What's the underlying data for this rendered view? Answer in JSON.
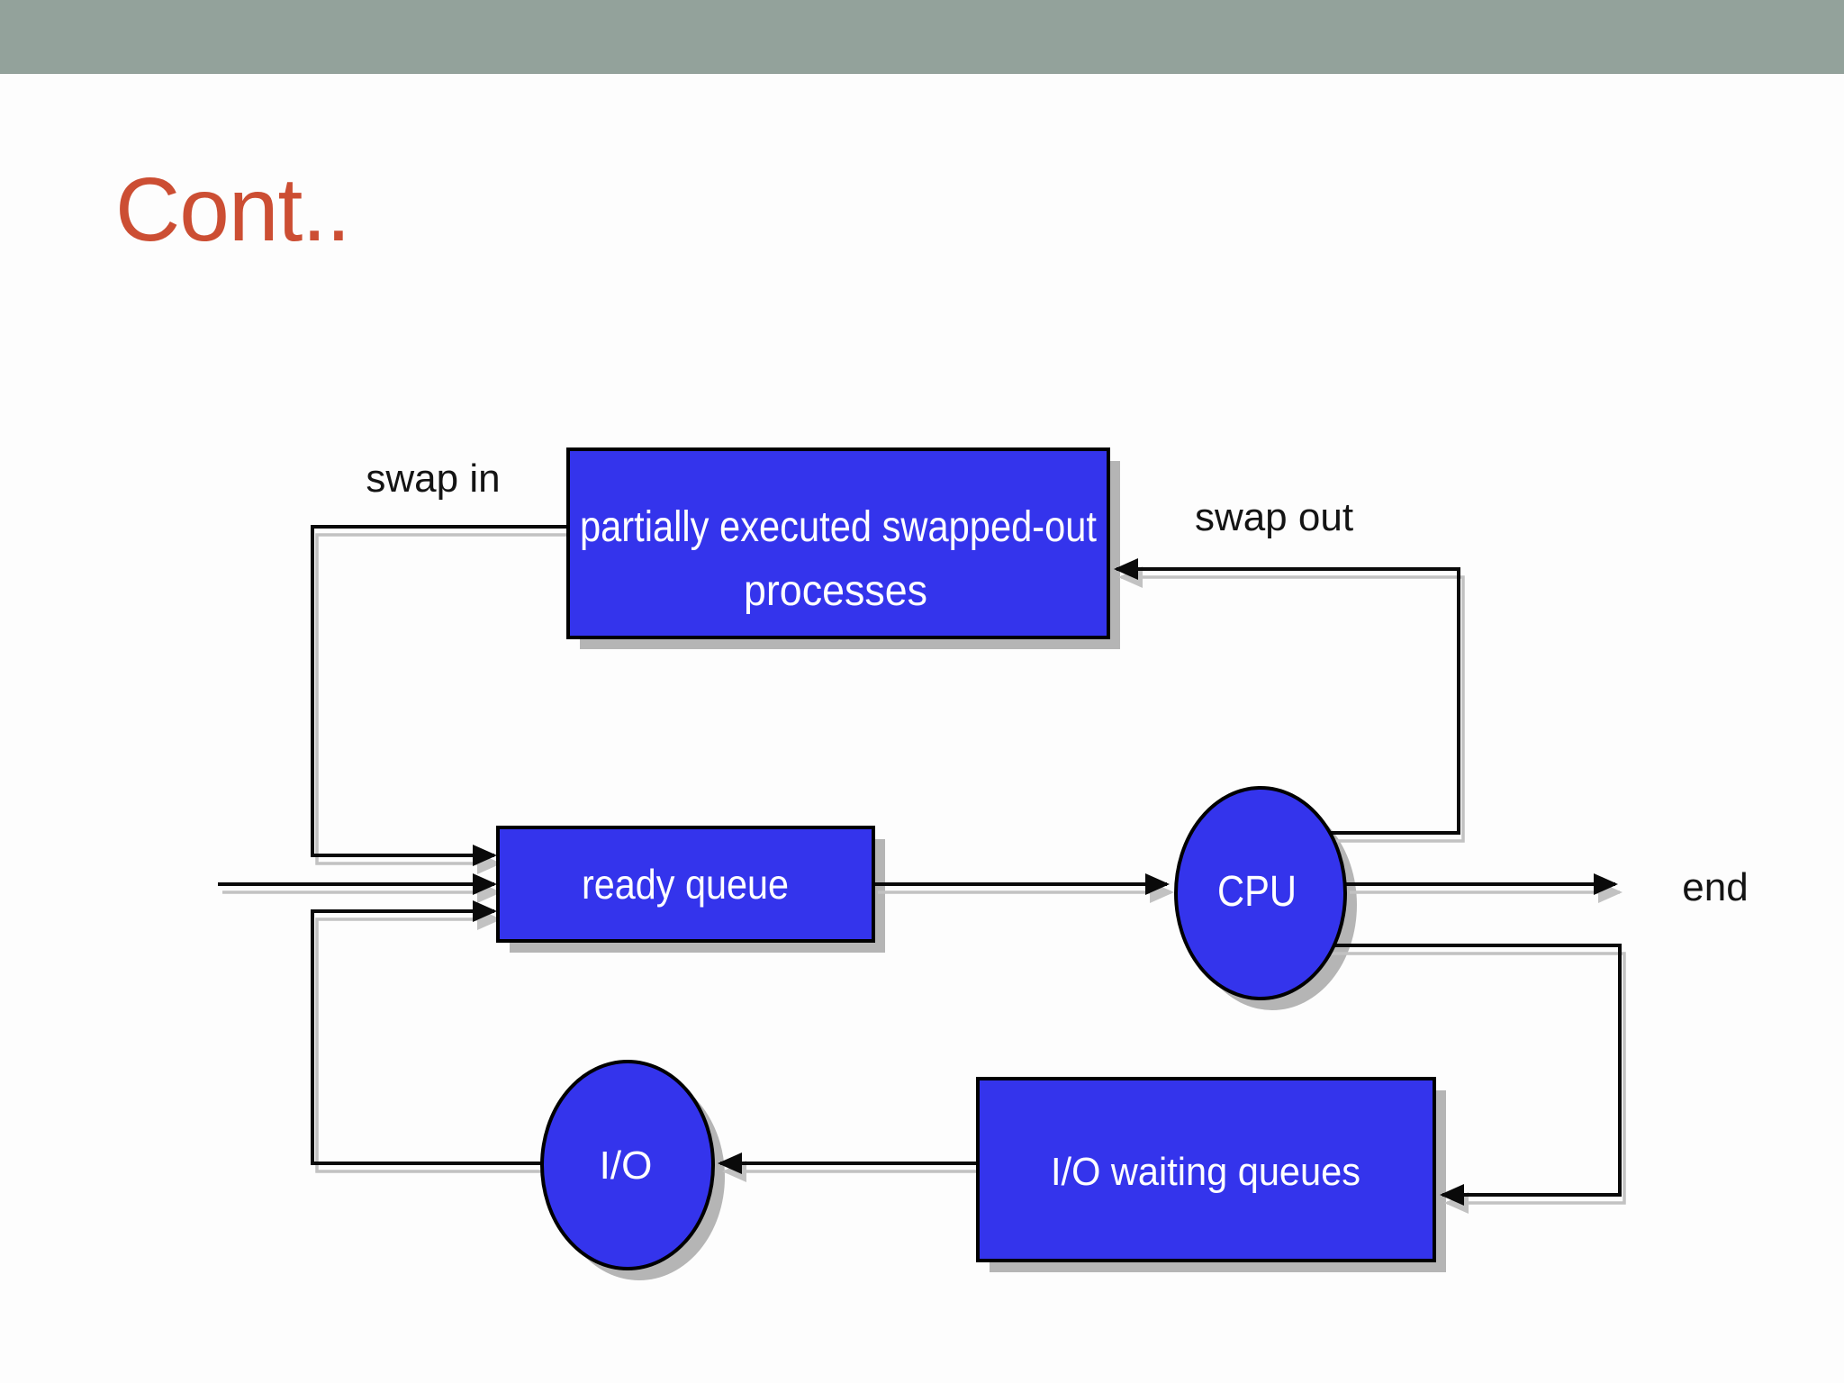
{
  "slide": {
    "title": "Cont..",
    "colors": {
      "top_bar": "#93a29b",
      "title": "#cc4e33",
      "background": "#fdfdfd",
      "node_fill": "#3434ec",
      "node_border": "#000000",
      "node_text": "#ffffff",
      "connector": "#0a0a0a",
      "connector_shadow": "#c2c2c2",
      "shape_shadow": "#b5b5b5",
      "label_text": "#141414"
    }
  },
  "diagram": {
    "nodes": {
      "swapped_out": {
        "label": "partially executed swapped-out processes",
        "line1": "partially executed swapped-out",
        "line2": "processes"
      },
      "ready_queue": {
        "label": "ready queue"
      },
      "cpu": {
        "label": "CPU"
      },
      "io_waiting_queues": {
        "label": "I/O waiting queues"
      },
      "io": {
        "label": "I/O"
      }
    },
    "connections": [
      {
        "from": "swapped_out",
        "to": "ready_queue",
        "label": "swap in"
      },
      {
        "from": "",
        "to": "ready_queue",
        "label": ""
      },
      {
        "from": "io",
        "to": "ready_queue",
        "label": ""
      },
      {
        "from": "ready_queue",
        "to": "cpu",
        "label": ""
      },
      {
        "from": "cpu",
        "to": "end",
        "label": "end"
      },
      {
        "from": "cpu",
        "to": "swapped_out",
        "label": "swap out"
      },
      {
        "from": "cpu",
        "to": "io_waiting_queues",
        "label": ""
      },
      {
        "from": "io_waiting_queues",
        "to": "io",
        "label": ""
      }
    ]
  }
}
